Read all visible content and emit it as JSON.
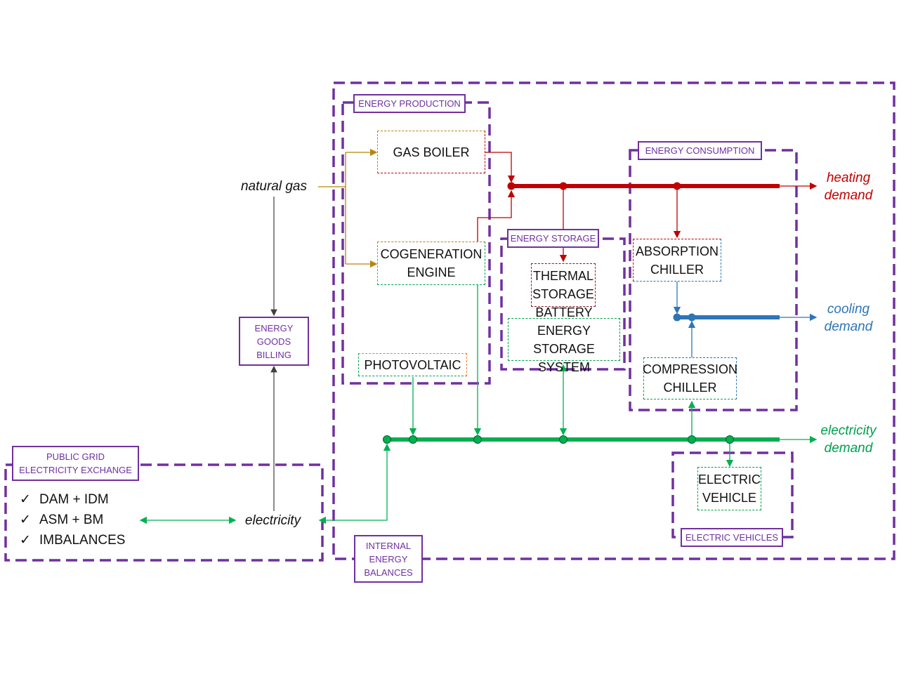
{
  "labels": {
    "energy_production": "ENERGY PRODUCTION",
    "energy_consumption": "ENERGY CONSUMPTION",
    "energy_storage": "ENERGY STORAGE",
    "energy_goods_billing": "ENERGY\nGOODS\nBILLING",
    "public_grid": "PUBLIC GRID\nELECTRICITY EXCHANGE",
    "internal_energy_balances": "INTERNAL\nENERGY\nBALANCES",
    "electric_vehicles": "ELECTRIC VEHICLES"
  },
  "components": {
    "gas_boiler": "GAS BOILER",
    "cogeneration_engine": "COGENERATION\nENGINE",
    "photovoltaic": "PHOTOVOLTAIC",
    "thermal_storage": "THERMAL\nSTORAGE",
    "battery_storage": "BATTERY ENERGY\nSTORAGE SYSTEM",
    "absorption_chiller": "ABSORPTION\nCHILLER",
    "compression_chiller": "COMPRESSION\nCHILLER",
    "electric_vehicle": "ELECTRIC\nVEHICLE"
  },
  "flows": {
    "natural_gas": "natural gas",
    "electricity": "electricity",
    "heating_demand": "heating\ndemand",
    "cooling_demand": "cooling\ndemand",
    "electricity_demand": "electricity\ndemand"
  },
  "markets": [
    {
      "check": "✓",
      "label": "DAM + IDM"
    },
    {
      "check": "✓",
      "label": "ASM + BM"
    },
    {
      "check": "✓",
      "label": "IMBALANCES"
    }
  ],
  "colors": {
    "purple": "#7030a0",
    "heat": "#c00000",
    "cool": "#2e75b6",
    "electric": "#00b050",
    "gas": "#b8860b",
    "orange": "#ed7d31",
    "pv_green": "#00a050"
  }
}
